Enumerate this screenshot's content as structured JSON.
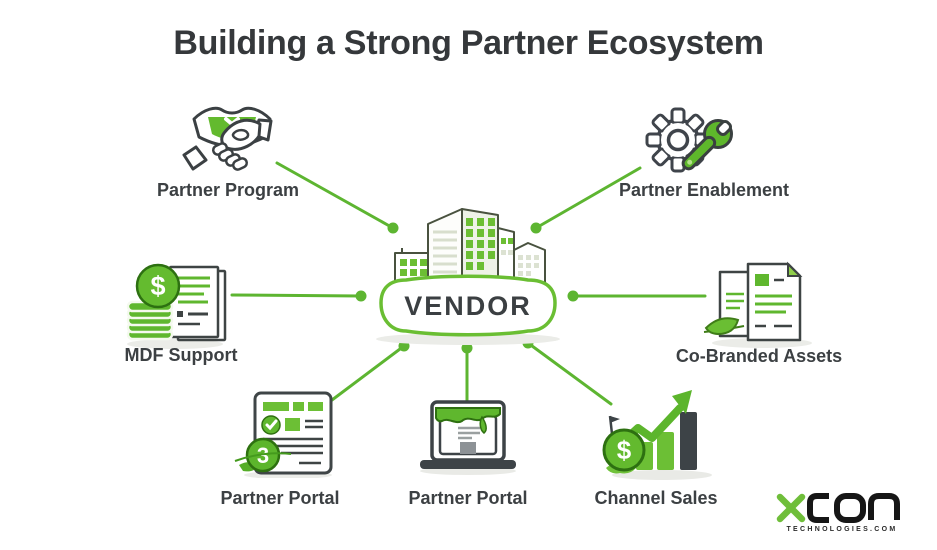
{
  "title": "Building a Strong Partner Ecosystem",
  "colors": {
    "accent_green": "#5db531",
    "dark_green_outline": "#2f7011",
    "text_dark": "#3c4043",
    "bar_dark": "#3d4347"
  },
  "center": {
    "label": "VENDOR",
    "icon": "city-buildings-icon"
  },
  "nodes": [
    {
      "id": "partner-program",
      "label": "Partner Program",
      "icon": "handshake-shield-icon",
      "position": "top-left"
    },
    {
      "id": "partner-enablement",
      "label": "Partner Enablement",
      "icon": "gear-wrench-icon",
      "position": "top-right"
    },
    {
      "id": "mdf-support",
      "label": "MDF Support",
      "icon": "coins-document-icon",
      "position": "left"
    },
    {
      "id": "co-branded-assets",
      "label": "Co-Branded Assets",
      "icon": "documents-leaf-icon",
      "position": "right"
    },
    {
      "id": "partner-portal-doc",
      "label": "Partner Portal",
      "icon": "checklist-badge-icon",
      "position": "bottom-left"
    },
    {
      "id": "partner-portal-laptop",
      "label": "Partner Portal",
      "icon": "laptop-portal-icon",
      "position": "bottom-center"
    },
    {
      "id": "channel-sales",
      "label": "Channel Sales",
      "icon": "growth-chart-coin-icon",
      "position": "bottom-right"
    }
  ],
  "icon_text": {
    "dollar": "$",
    "badge_count": "3"
  },
  "logo": {
    "brand": "xcon",
    "tagline": "TECHNOLOGIES.COM"
  }
}
